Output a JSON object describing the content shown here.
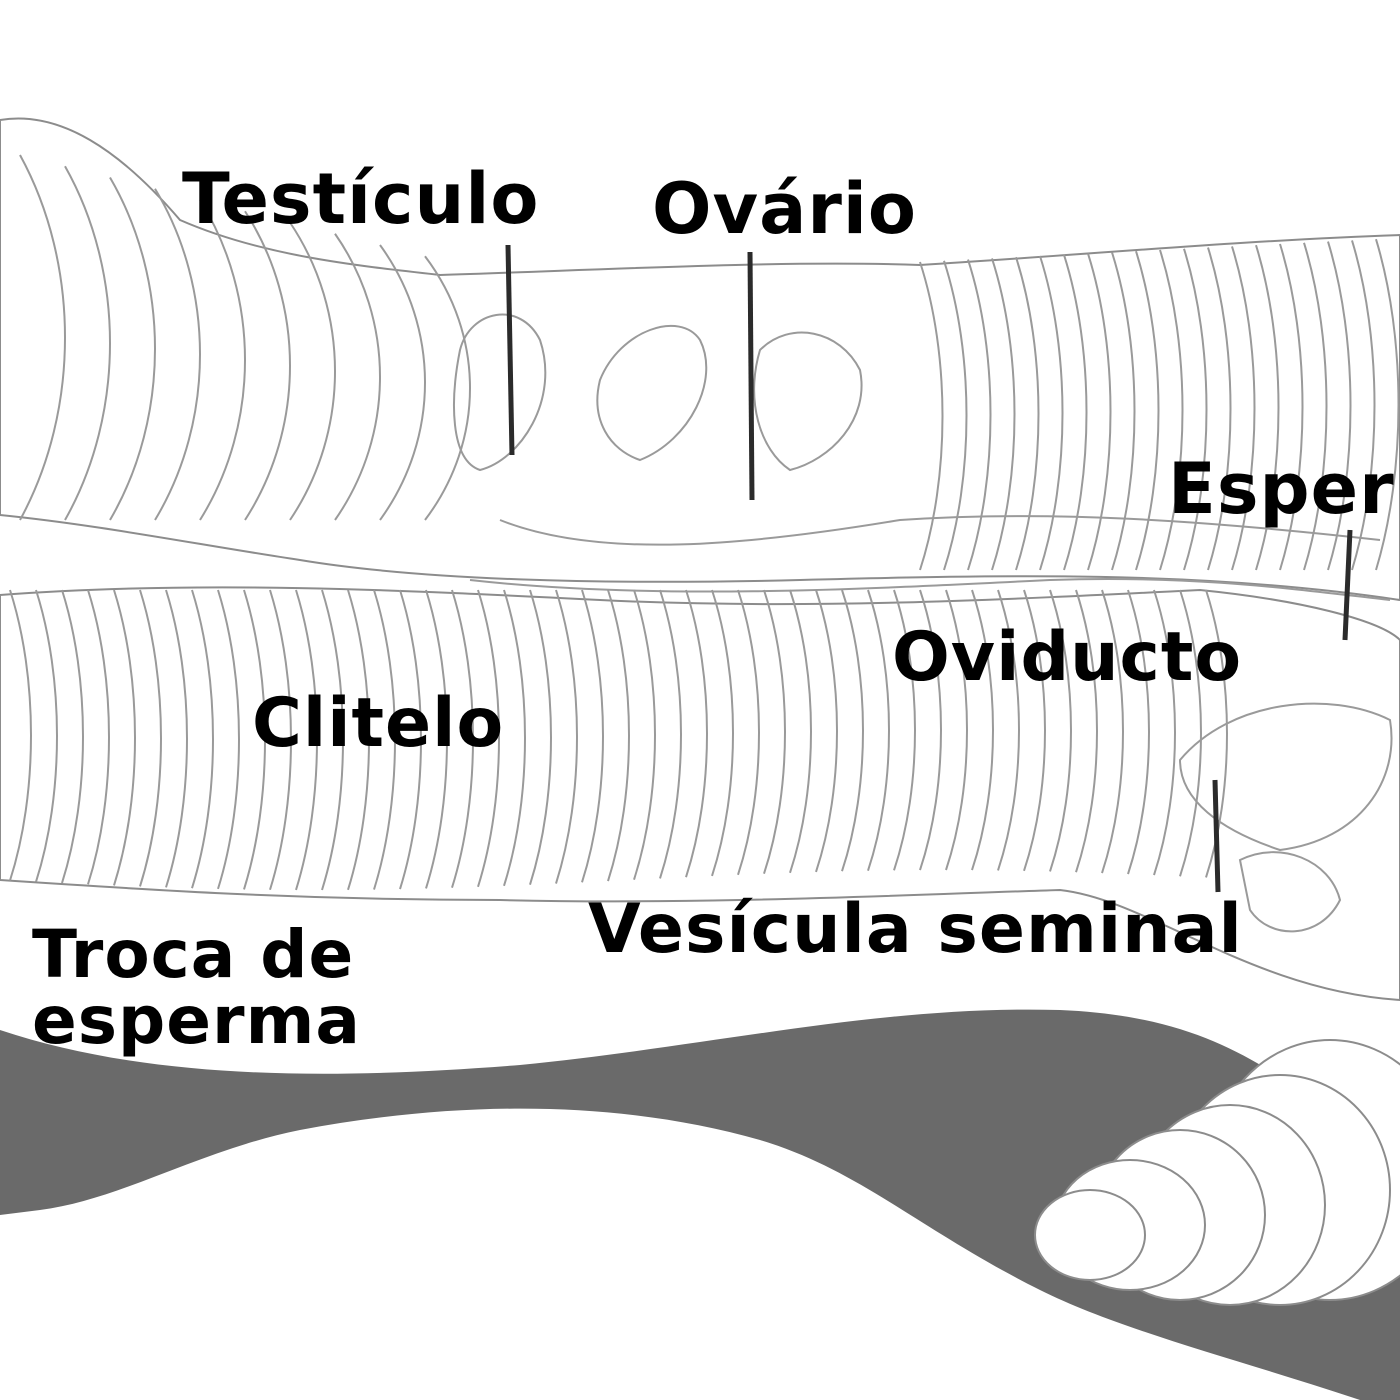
{
  "diagram": {
    "labels": {
      "testiculo": "Testículo",
      "ovario": "Ovário",
      "esperm": "Esperm",
      "oviducto": "Oviducto",
      "clitelo": "Clitelo",
      "vesicula": "Vesícula seminal",
      "troca": "Troca de\nesperma"
    },
    "colors": {
      "outline": "#8c8c8c",
      "body_fill": "#ffffff",
      "mucus_fill": "#6a6a6a",
      "pointer": "#2b2b2b",
      "text": "#000000"
    }
  }
}
